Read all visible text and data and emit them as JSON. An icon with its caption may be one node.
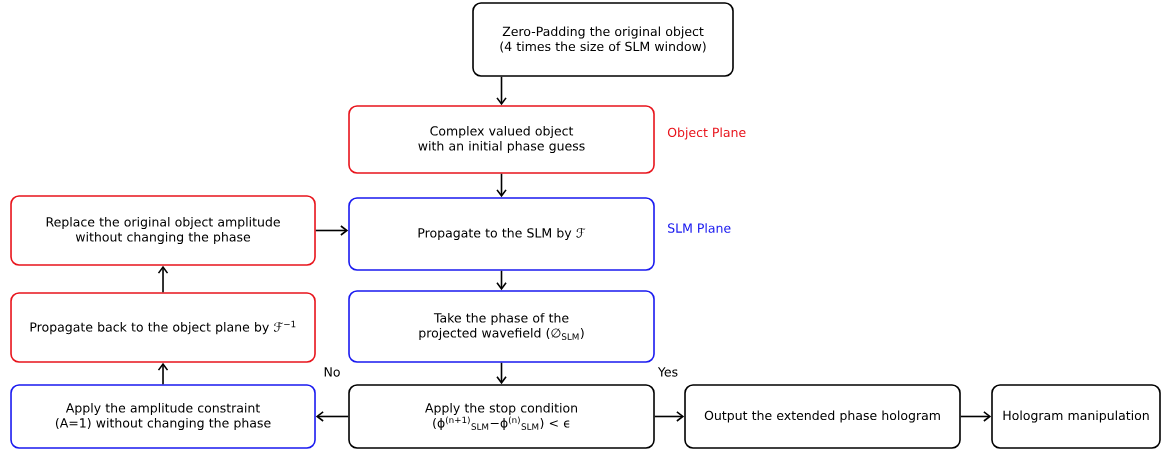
{
  "diagram": {
    "nodes": [
      {
        "text": [
          "Zero-Padding the original object (4 times the size of SLM window)"
        ]
      },
      {
        "text": [
          "Complex valued object with an initial phase guess"
        ],
        "beside": [
          "Object Plane"
        ]
      },
      {
        "text": [
          "Replace the original object amplitude without changing the phase"
        ]
      },
      {
        "text": [
          "Propagate to the SLM by ℱ"
        ],
        "beside": [
          "SLM Plane"
        ]
      },
      {
        "text": [
          "Propagate back to the object plane by ℱ$^{−1}$"
        ]
      },
      {
        "text": [
          "Take the phase of the projected wavefield (∅$_{SLM}$)"
        ]
      },
      {
        "text": [
          "Apply the amplitude constraint (A=1) without changing the phase"
        ]
      },
      {
        "text": [
          "Apply the stop condition (ϕ$^{(n+1)}$$_{SLM}$−ϕ$^{(n)}$$_{SLM}$) < ϵ"
        ]
      },
      {
        "text": [
          "Output the extended phase hologram"
        ]
      },
      {
        "text": [
          "Hologram manipulation"
        ]
      }
    ],
    "edges": [
      {
        "from": 0,
        "to": 1,
        "arrow": "to"
      },
      {
        "from": 1,
        "to": 3,
        "arrow": "to"
      },
      {
        "from": 3,
        "to": 5,
        "arrow": "to"
      },
      {
        "from": 5,
        "to": 7,
        "arrow": "to"
      },
      {
        "from": 7,
        "to": 6,
        "arrow": "to",
        "label": "No"
      },
      {
        "from": 6,
        "to": 4,
        "arrow": "to"
      },
      {
        "from": 4,
        "to": 2,
        "arrow": "to"
      },
      {
        "from": 2,
        "to": 3,
        "arrow": "to"
      },
      {
        "from": 7,
        "to": 8,
        "arrow": "to",
        "label": "Yes"
      },
      {
        "from": 8,
        "to": 9,
        "arrow": "to"
      }
    ]
  }
}
